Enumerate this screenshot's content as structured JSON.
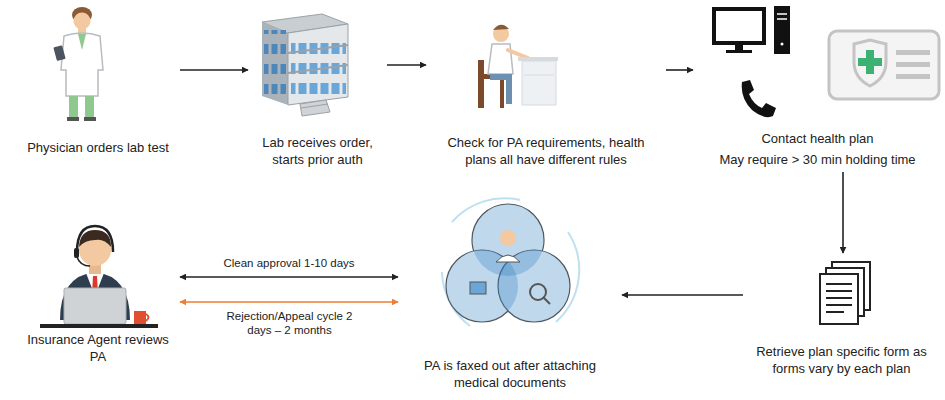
{
  "diagram": {
    "nodes": [
      {
        "text": [
          "Physician orders lab test"
        ]
      },
      {
        "text": [
          "Lab receives order, starts prior auth"
        ]
      },
      {
        "text": [
          "Check for PA requirements, health plans all have different rules"
        ]
      },
      {
        "text": [
          "Contact health plan",
          "May require > 30 min holding time"
        ]
      },
      {
        "text": [
          "Insurance Agent reviews PA"
        ]
      },
      {
        "text": [
          "PA is faxed out after attaching medical documents"
        ]
      },
      {
        "text": [
          "Retrieve plan specific form as forms vary by each plan"
        ]
      }
    ],
    "edges": [
      {
        "from": 0,
        "to": 1,
        "arrow": "to"
      },
      {
        "from": 1,
        "to": 2,
        "arrow": "to"
      },
      {
        "from": 2,
        "to": 3,
        "arrow": "to"
      },
      {
        "from": 3,
        "to": 6,
        "arrow": "to"
      },
      {
        "from": 6,
        "to": 5,
        "arrow": "to"
      },
      {
        "from": 4,
        "to": 5,
        "label": "Clean approval 1-10 days",
        "arrow": "both"
      },
      {
        "from": 4,
        "to": 5,
        "label": "Rejection/Appeal cycle 2 days – 2 months",
        "arrow": "both"
      }
    ]
  }
}
